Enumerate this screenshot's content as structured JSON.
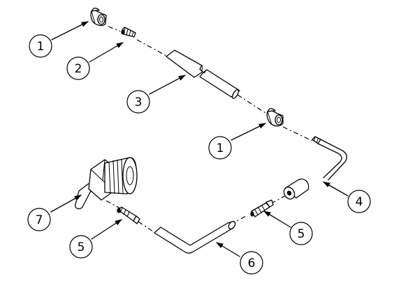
{
  "callouts": [
    {
      "number": "1"
    },
    {
      "number": "2"
    },
    {
      "number": "3"
    },
    {
      "number": "1"
    },
    {
      "number": "4"
    },
    {
      "number": "5"
    },
    {
      "number": "5"
    },
    {
      "number": "6"
    },
    {
      "number": "7"
    }
  ]
}
